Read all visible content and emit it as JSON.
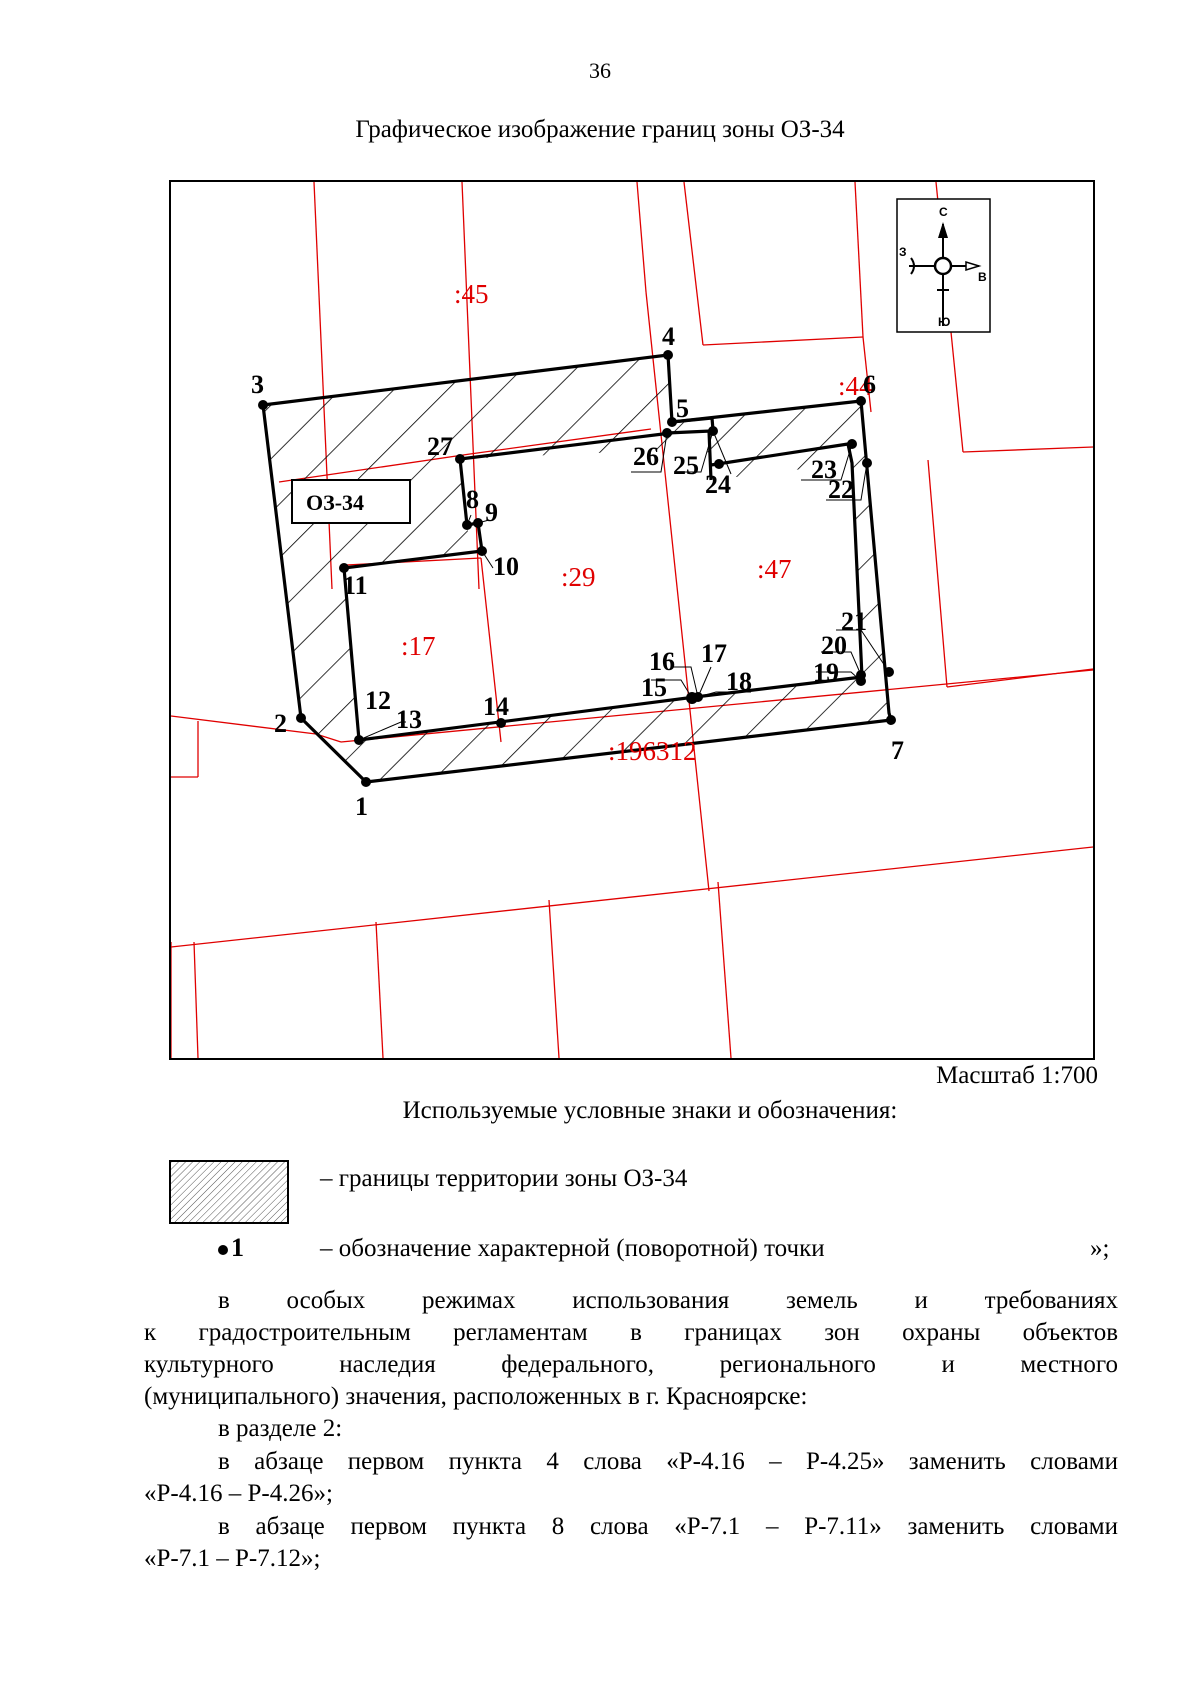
{
  "page": {
    "number": "36",
    "map_title": "Графическое изображение границ зоны ОЗ-34"
  },
  "map": {
    "zone_label": "ОЗ-34",
    "parcel_labels": [
      ":45",
      ":44",
      ":29",
      ":47",
      ":17",
      ":196312"
    ],
    "point_labels": [
      "1",
      "2",
      "3",
      "4",
      "5",
      "6",
      "7",
      "8",
      "9",
      "10",
      "11",
      "12",
      "13",
      "14",
      "15",
      "16",
      "17",
      "18",
      "19",
      "20",
      "21",
      "22",
      "23",
      "24",
      "25",
      "26",
      "27"
    ],
    "compass": {
      "north": "С",
      "south": "Ю",
      "east": "В",
      "west": "З"
    },
    "colors": {
      "parcel_lines": "#e00000",
      "zone_lines": "#000000"
    },
    "scale": "Масштаб 1:700"
  },
  "legend": {
    "title": "Используемые условные знаки и обозначения:",
    "hatch_text": "– границы территории зоны ОЗ-34",
    "point_symbol_label": "1",
    "point_text": "– обозначение характерной (поворотной) точки",
    "end_mark": "»;"
  },
  "body": {
    "p1_lines": [
      "в особых режимах использования земель и требованиях",
      "к градостроительным регламентам в границах зон охраны объектов",
      "культурного наследия федерального, регионального и местного",
      "(муниципального) значения, расположенных в г. Красноярске:"
    ],
    "p2": "в разделе 2:",
    "p3_lines": [
      "в абзаце первом пункта 4 слова «Р-4.16 – Р-4.25» заменить словами",
      "«Р-4.16 – Р-4.26»;"
    ],
    "p4_lines": [
      "в абзаце первом пункта 8 слова «Р-7.1 – Р-7.11» заменить словами",
      "«Р-7.1 – Р-7.12»;"
    ]
  }
}
